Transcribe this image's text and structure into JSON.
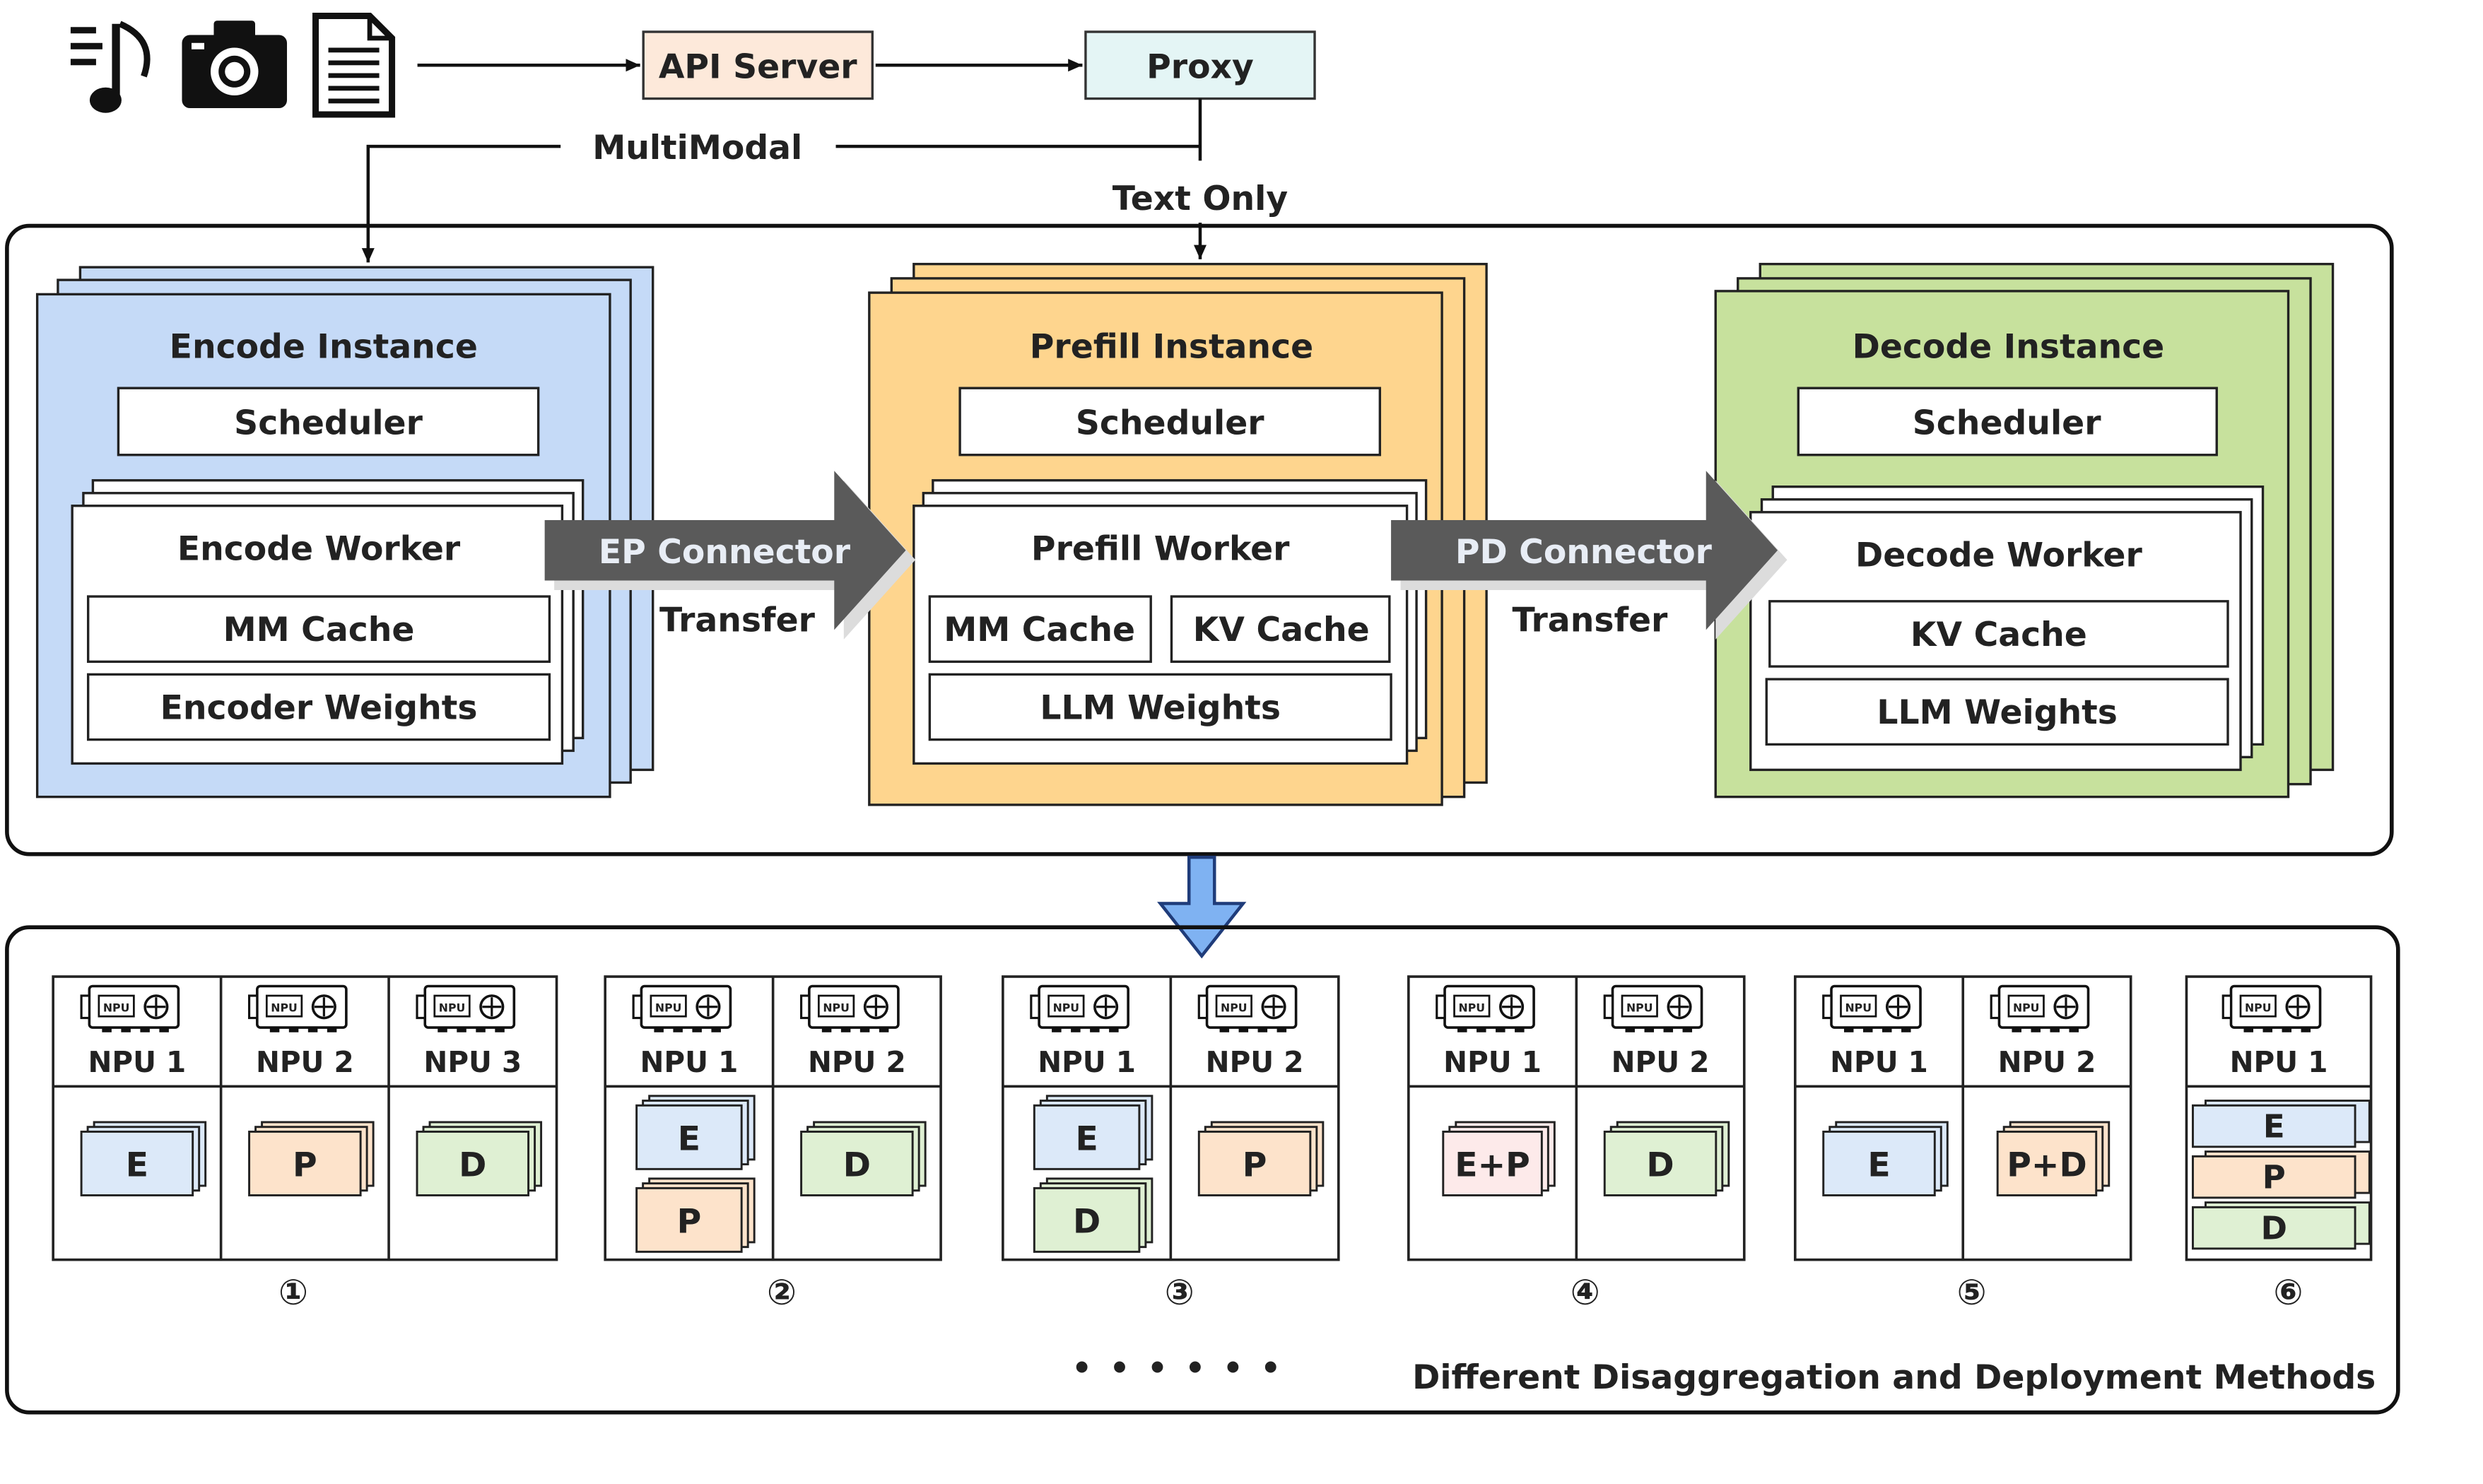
{
  "inputs": {
    "icons": [
      "music-note-icon",
      "camera-icon",
      "document-icon"
    ]
  },
  "routing": {
    "api_server": "API Server",
    "proxy": "Proxy",
    "multimodal": "MultiModal",
    "text_only": "Text Only"
  },
  "instances": {
    "encode": {
      "title": "Encode Instance",
      "scheduler": "Scheduler",
      "worker": "Encode Worker",
      "boxes": [
        "MM Cache",
        "Encoder Weights"
      ],
      "color": "#c5daf7"
    },
    "prefill": {
      "title": "Prefill Instance",
      "scheduler": "Scheduler",
      "worker": "Prefill Worker",
      "boxes": [
        "MM Cache",
        "KV Cache",
        "LLM Weights"
      ],
      "color": "#fed58e"
    },
    "decode": {
      "title": "Decode Instance",
      "scheduler": "Scheduler",
      "worker": "Decode Worker",
      "boxes": [
        "KV Cache",
        "LLM Weights"
      ],
      "color": "#c7e19d"
    }
  },
  "connectors": {
    "ep": {
      "name": "EP Connector",
      "transfer": "Transfer"
    },
    "pd": {
      "name": "PD Connector",
      "transfer": "Transfer"
    }
  },
  "deployments": {
    "caption": "Different Disaggregation and Deployment Methods",
    "ellipsis": "• • • • • •",
    "npu_chip_label": "NPU",
    "stage_colors": {
      "E": "#dce9f9",
      "P": "#fde3cb",
      "D": "#dff0d3",
      "E+P": "#fdeaea",
      "P+D": "#fde3cb"
    },
    "configs": [
      {
        "number": "①",
        "npus": [
          "NPU 1",
          "NPU 2",
          "NPU 3"
        ],
        "stages": [
          [
            "E"
          ],
          [
            "P"
          ],
          [
            "D"
          ]
        ]
      },
      {
        "number": "②",
        "npus": [
          "NPU 1",
          "NPU 2"
        ],
        "stages": [
          [
            "E",
            "P"
          ],
          [
            "D"
          ]
        ]
      },
      {
        "number": "③",
        "npus": [
          "NPU 1",
          "NPU 2"
        ],
        "stages": [
          [
            "E",
            "D"
          ],
          [
            "P"
          ]
        ]
      },
      {
        "number": "④",
        "npus": [
          "NPU 1",
          "NPU 2"
        ],
        "stages": [
          [
            "E+P"
          ],
          [
            "D"
          ]
        ]
      },
      {
        "number": "⑤",
        "npus": [
          "NPU 1",
          "NPU 2"
        ],
        "stages": [
          [
            "E"
          ],
          [
            "P+D"
          ]
        ]
      },
      {
        "number": "⑥",
        "npus": [
          "NPU 1"
        ],
        "stages": [
          [
            "E",
            "P",
            "D"
          ]
        ]
      }
    ]
  }
}
